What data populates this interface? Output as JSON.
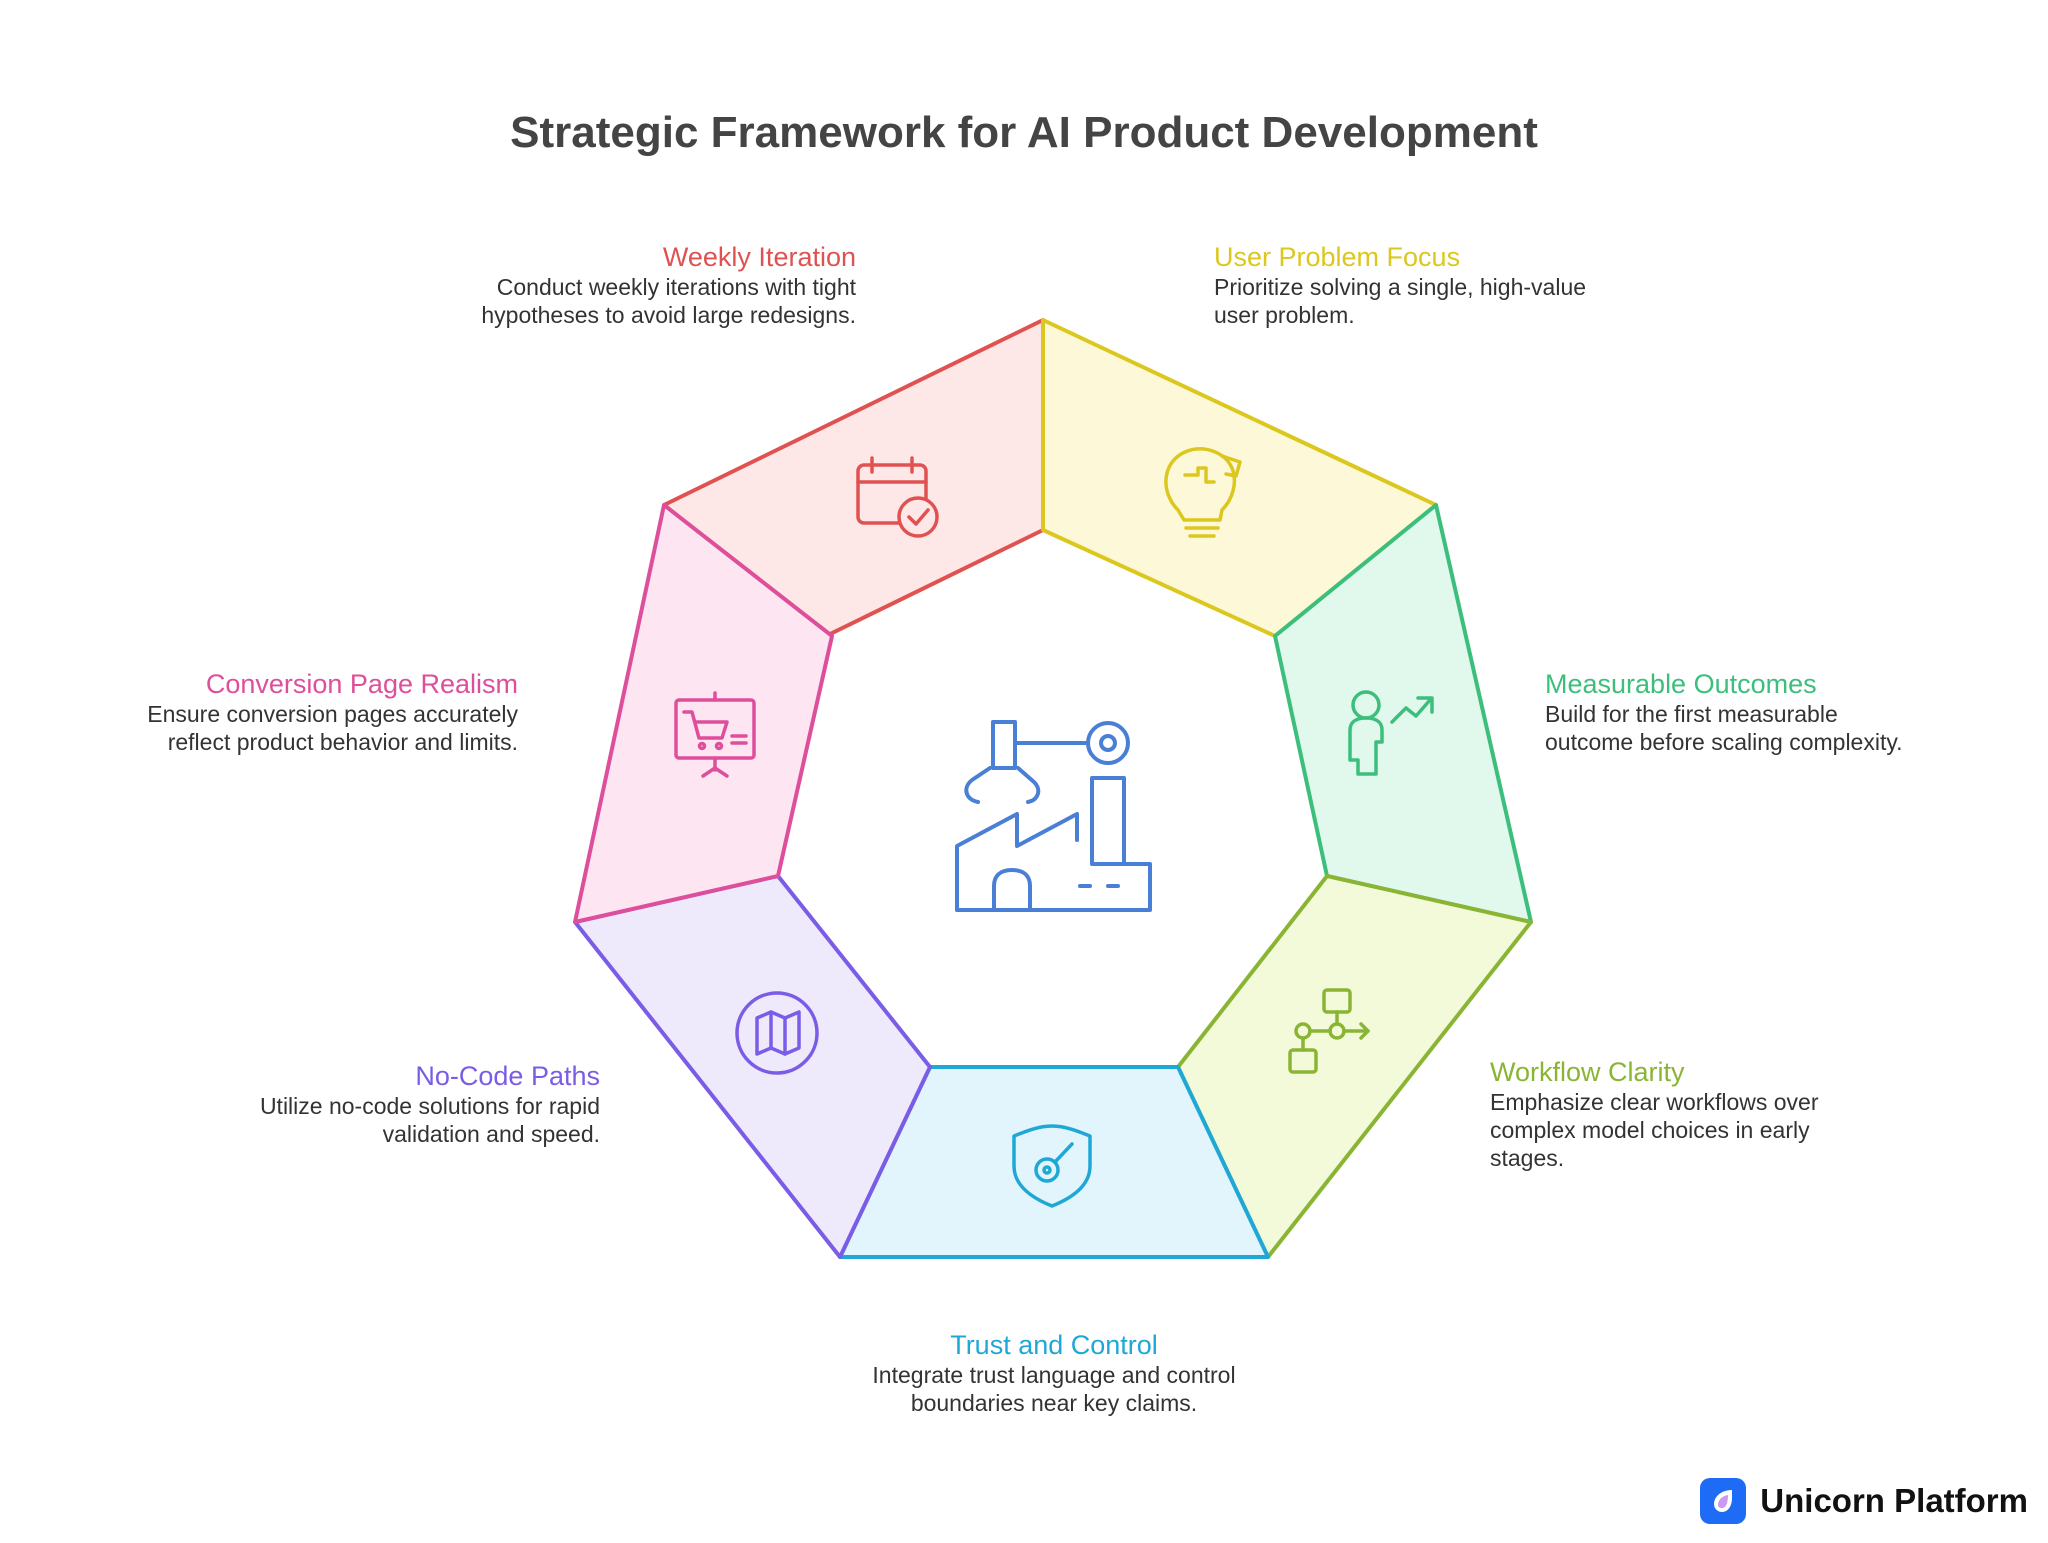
{
  "title": "Strategic Framework for AI Product Development",
  "segments": [
    {
      "key": "weekly",
      "heading": "Weekly Iteration",
      "desc": [
        "Conduct weekly iterations with tight",
        "hypotheses to avoid large redesigns."
      ],
      "color": "#e05252",
      "fill": "#fde8e7",
      "icon": "calendar-check-icon"
    },
    {
      "key": "user",
      "heading": "User Problem Focus",
      "desc": [
        "Prioritize solving a single, high-value",
        "user problem."
      ],
      "color": "#dcc71f",
      "fill": "#fdf9d8",
      "icon": "lightbulb-puzzle-icon"
    },
    {
      "key": "measurable",
      "heading": "Measurable Outcomes",
      "desc": [
        "Build for the first measurable",
        "outcome before scaling complexity."
      ],
      "color": "#3cbf7c",
      "fill": "#e1f8ec",
      "icon": "person-growth-icon"
    },
    {
      "key": "workflow",
      "heading": "Workflow Clarity",
      "desc": [
        "Emphasize clear workflows over",
        "complex model choices in early",
        "stages."
      ],
      "color": "#8ab534",
      "fill": "#f3fad9",
      "icon": "workflow-icon"
    },
    {
      "key": "trust",
      "heading": "Trust and Control",
      "desc": [
        "Integrate trust language and control",
        "boundaries near key claims."
      ],
      "color": "#1fa8d6",
      "fill": "#e3f5fc",
      "icon": "shield-key-icon"
    },
    {
      "key": "nocode",
      "heading": "No-Code Paths",
      "desc": [
        "Utilize no-code solutions for rapid",
        "validation and speed."
      ],
      "color": "#7b5ce6",
      "fill": "#eeeafc",
      "icon": "map-icon"
    },
    {
      "key": "conversion",
      "heading": "Conversion Page Realism",
      "desc": [
        "Ensure conversion pages accurately",
        "reflect product behavior and limits."
      ],
      "color": "#de4f9b",
      "fill": "#fde6f2",
      "icon": "cart-presentation-icon"
    }
  ],
  "center_icon": "robot-factory-icon",
  "center_color": "#4a7fd6",
  "brand": {
    "name": "Unicorn Platform",
    "icon": "unicorn-logo-icon",
    "color": "#1e6bf5"
  }
}
